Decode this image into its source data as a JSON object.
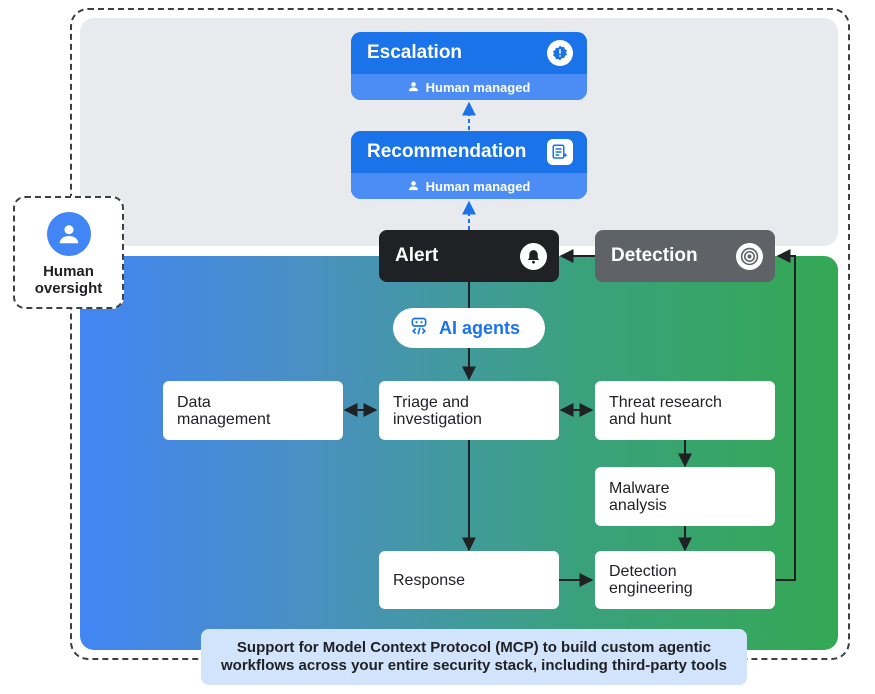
{
  "human": {
    "label": "Human oversight",
    "icon": "person-icon"
  },
  "escalation": {
    "title": "Escalation",
    "subtitle": "Human managed",
    "icon": "alert-shield-icon"
  },
  "recommendation": {
    "title": "Recommendation",
    "subtitle": "Human managed",
    "icon": "document-sparkle-icon"
  },
  "alert": {
    "title": "Alert",
    "icon": "bell-icon"
  },
  "detection": {
    "title": "Detection",
    "icon": "target-icon"
  },
  "ai_agents": {
    "label": "AI agents",
    "icon": "robot-icon"
  },
  "nodes": {
    "data_management": "Data management",
    "triage": "Triage and investigation",
    "threat": "Threat research and hunt",
    "malware": "Malware analysis",
    "response": "Response",
    "detection_engineering": "Detection engineering"
  },
  "mcp_text": "Support for Model Context Protocol (MCP) to build custom agentic workflows across your entire security stack, including third-party tools",
  "colors": {
    "blue_card": "#1a73e8",
    "blue_card_bottom": "#4c8df5",
    "alert_card": "#202124",
    "detection_card": "#5f6368",
    "grey_panel": "#e8eaed",
    "gradient_start": "#4285f4",
    "gradient_end": "#34a853",
    "mcp_box": "#d2e3fc"
  }
}
